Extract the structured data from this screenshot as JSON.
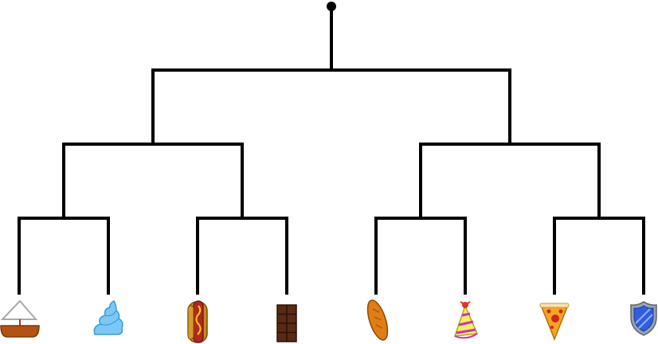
{
  "diagram": {
    "type": "binary-tree",
    "root": "root-node",
    "leaves": [
      {
        "id": "leaf-1",
        "icon": "sailboat-icon"
      },
      {
        "id": "leaf-2",
        "icon": "ice-cream-swirl-icon"
      },
      {
        "id": "leaf-3",
        "icon": "hot-dog-icon"
      },
      {
        "id": "leaf-4",
        "icon": "chocolate-bar-icon"
      },
      {
        "id": "leaf-5",
        "icon": "bread-loaf-icon"
      },
      {
        "id": "leaf-6",
        "icon": "party-hat-icon"
      },
      {
        "id": "leaf-7",
        "icon": "pizza-slice-icon"
      },
      {
        "id": "leaf-8",
        "icon": "shield-icon"
      }
    ],
    "colors": {
      "edge": "#000000",
      "boat_hull": "#b5520f",
      "ice_cream": "#7cc8f5",
      "hot_dog_bun": "#c8891c",
      "hot_dog_sausage": "#b3271f",
      "chocolate": "#5a2a12",
      "bread": "#e07d14",
      "party_hat": "#f6f05a",
      "party_hat_stripe": "#c72fd6",
      "pizza": "#f5a623",
      "pizza_pepperoni": "#d0261b",
      "shield": "#2f5ee0",
      "shield_rim": "#9aa4b0"
    }
  }
}
